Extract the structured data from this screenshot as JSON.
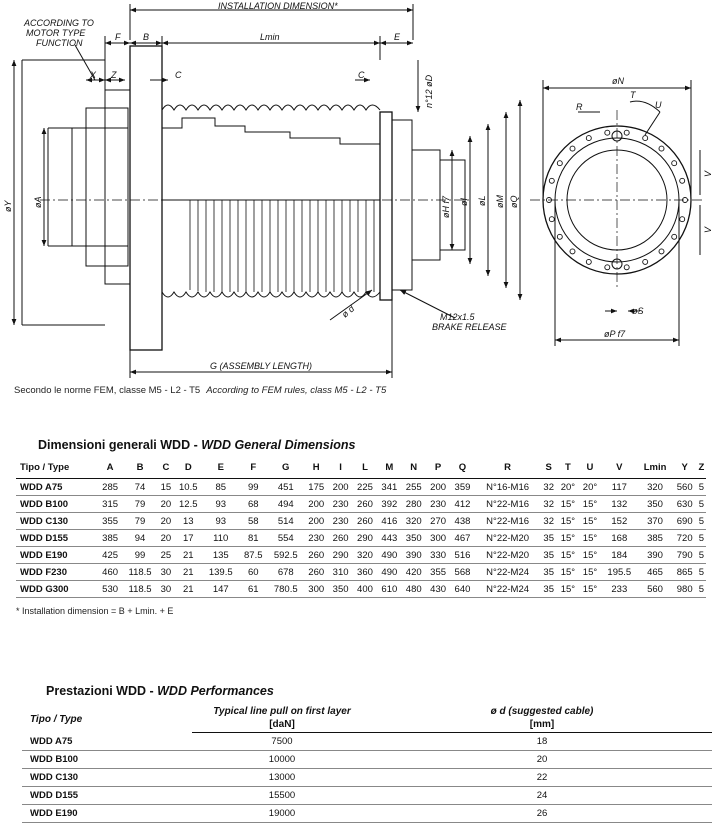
{
  "drawing": {
    "labels": {
      "installation_dimension": "INSTALLATION DIMENSION*",
      "motor_type_note_1": "ACCORDING TO",
      "motor_type_note_2": "MOTOR TYPE",
      "motor_type_note_3": "FUNCTION",
      "f": "F",
      "b": "B",
      "lmin": "Lmin",
      "e": "E",
      "x": "X",
      "z": "Z",
      "c_left": "C",
      "c_right": "C",
      "n12_d": "n°12 øD",
      "y": "øY",
      "a": "øA",
      "h": "øH f7",
      "i": "øI",
      "l": "øL",
      "m": "øM",
      "q": "øQ",
      "d_cable": "ø d",
      "brake_1": "M12x1.5",
      "brake_2": "BRAKE RELEASE",
      "g": "G (ASSEMBLY LENGTH)",
      "n": "øN",
      "r": "R",
      "t": "T",
      "u": "U",
      "v1": "V",
      "v2": "V",
      "s": "øS",
      "p": "øP f7"
    }
  },
  "fem_note": {
    "italian": "Secondo le norme FEM, classe M5 - L2 - T5",
    "english": "According to FEM rules, class M5 - L2 - T5"
  },
  "dims_section": {
    "title_it": "Dimensioni generali WDD - ",
    "title_en": "WDD General Dimensions",
    "type_header": "Tipo / Type",
    "columns": [
      "A",
      "B",
      "C",
      "D",
      "E",
      "F",
      "G",
      "H",
      "I",
      "L",
      "M",
      "N",
      "P",
      "Q",
      "R",
      "S",
      "T",
      "U",
      "V",
      "Lmin",
      "Y",
      "Z"
    ],
    "rows": [
      {
        "type": "WDD A75",
        "values": [
          "285",
          "74",
          "15",
          "10.5",
          "85",
          "99",
          "451",
          "175",
          "200",
          "225",
          "341",
          "255",
          "200",
          "359",
          "N°16-M16",
          "32",
          "20°",
          "20°",
          "117",
          "320",
          "560",
          "5"
        ]
      },
      {
        "type": "WDD B100",
        "values": [
          "315",
          "79",
          "20",
          "12.5",
          "93",
          "68",
          "494",
          "200",
          "230",
          "260",
          "392",
          "280",
          "230",
          "412",
          "N°22-M16",
          "32",
          "15°",
          "15°",
          "132",
          "350",
          "630",
          "5"
        ]
      },
      {
        "type": "WDD C130",
        "values": [
          "355",
          "79",
          "20",
          "13",
          "93",
          "58",
          "514",
          "200",
          "230",
          "260",
          "416",
          "320",
          "270",
          "438",
          "N°22-M16",
          "32",
          "15°",
          "15°",
          "152",
          "370",
          "690",
          "5"
        ]
      },
      {
        "type": "WDD D155",
        "values": [
          "385",
          "94",
          "20",
          "17",
          "110",
          "81",
          "554",
          "230",
          "260",
          "290",
          "443",
          "350",
          "300",
          "467",
          "N°22-M20",
          "35",
          "15°",
          "15°",
          "168",
          "385",
          "720",
          "5"
        ]
      },
      {
        "type": "WDD E190",
        "values": [
          "425",
          "99",
          "25",
          "21",
          "135",
          "87.5",
          "592.5",
          "260",
          "290",
          "320",
          "490",
          "390",
          "330",
          "516",
          "N°22-M20",
          "35",
          "15°",
          "15°",
          "184",
          "390",
          "790",
          "5"
        ]
      },
      {
        "type": "WDD F230",
        "values": [
          "460",
          "118.5",
          "30",
          "21",
          "139.5",
          "60",
          "678",
          "260",
          "310",
          "360",
          "490",
          "420",
          "355",
          "568",
          "N°22-M24",
          "35",
          "15°",
          "15°",
          "195.5",
          "465",
          "865",
          "5"
        ]
      },
      {
        "type": "WDD G300",
        "values": [
          "530",
          "118.5",
          "30",
          "21",
          "147",
          "61",
          "780.5",
          "300",
          "350",
          "400",
          "610",
          "480",
          "430",
          "640",
          "N°22-M24",
          "35",
          "15°",
          "15°",
          "233",
          "560",
          "980",
          "5"
        ]
      }
    ],
    "note": "* Installation dimension = B + Lmin. + E"
  },
  "perf_section": {
    "title_it": "Prestazioni WDD - ",
    "title_en": "WDD Performances",
    "type_header": "Tipo / Type",
    "pull_header": "Typical line pull on first layer",
    "pull_unit": "[daN]",
    "cable_header": "ø d (suggested cable)",
    "cable_unit": "[mm]",
    "rows": [
      {
        "type": "WDD A75",
        "pull": "7500",
        "cable": "18"
      },
      {
        "type": "WDD B100",
        "pull": "10000",
        "cable": "20"
      },
      {
        "type": "WDD C130",
        "pull": "13000",
        "cable": "22"
      },
      {
        "type": "WDD D155",
        "pull": "15500",
        "cable": "24"
      },
      {
        "type": "WDD E190",
        "pull": "19000",
        "cable": "26"
      }
    ]
  }
}
